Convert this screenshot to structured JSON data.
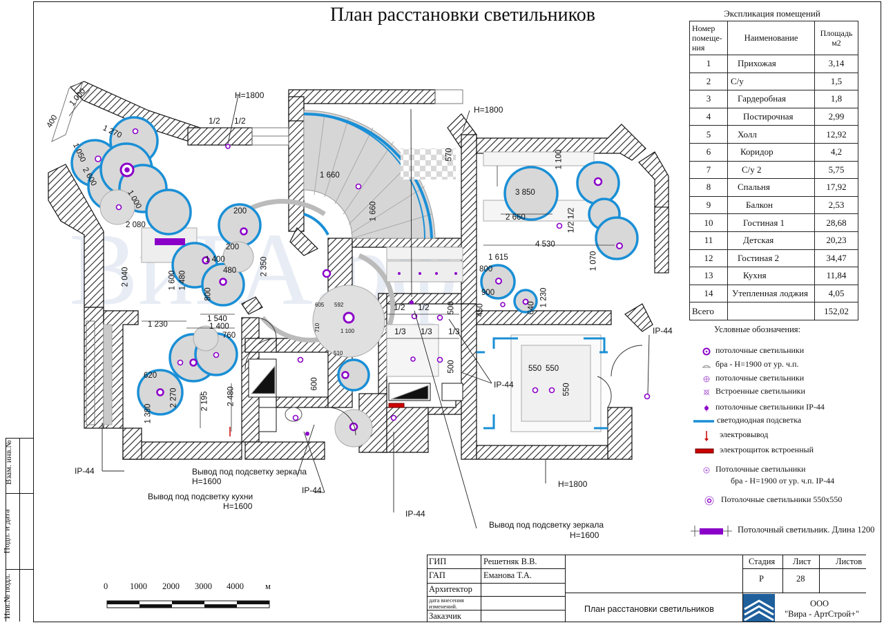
{
  "title": "План расстановки светильников",
  "watermark": "ВиРА.рф",
  "explication": {
    "caption": "Экспликация помещений",
    "headers": [
      "Номер помеще-ния",
      "Наименование",
      "Площадь м2"
    ],
    "rows": [
      {
        "num": "1",
        "name": "Прихожая",
        "area": "3,14"
      },
      {
        "num": "2",
        "name": "С/у",
        "area": "1,5"
      },
      {
        "num": "3",
        "name": "Гардеробная",
        "area": "1,8"
      },
      {
        "num": "4",
        "name": "Постирочная",
        "area": "2,99"
      },
      {
        "num": "5",
        "name": "Холл",
        "area": "12,92"
      },
      {
        "num": "6",
        "name": "Коридор",
        "area": "4,2"
      },
      {
        "num": "7",
        "name": "С/у 2",
        "area": "5,75"
      },
      {
        "num": "8",
        "name": "Спальня",
        "area": "17,92"
      },
      {
        "num": "9",
        "name": "Балкон",
        "area": "2,53"
      },
      {
        "num": "10",
        "name": "Гостиная 1",
        "area": "28,68"
      },
      {
        "num": "11",
        "name": "Детская",
        "area": "20,23"
      },
      {
        "num": "12",
        "name": "Гостиная 2",
        "area": "34,47"
      },
      {
        "num": "13",
        "name": "Кухня",
        "area": "11,84"
      },
      {
        "num": "14",
        "name": "Утепленная лоджия",
        "area": "4,05"
      }
    ],
    "total_label": "Всего",
    "total_area": "152,02"
  },
  "legend": {
    "title": "Условные обозначения:",
    "items": [
      {
        "icon": "ceiling-light-icon",
        "text": "потолочные светильники"
      },
      {
        "icon": "sconce-icon",
        "text": "бра - Н=1900 от ур. ч.п."
      },
      {
        "icon": "ceiling-light-star-icon",
        "text": "потолочные светильники"
      },
      {
        "icon": "recessed-light-icon",
        "text": "Встроенные светильники"
      },
      {
        "icon": "ceiling-light-ip44-icon",
        "text": "потолочные светильники IP-44"
      },
      {
        "icon": "led-strip-icon",
        "text": "светодиодная подсветка"
      },
      {
        "icon": "power-outlet-icon",
        "text": "электровывод"
      },
      {
        "icon": "panel-board-icon",
        "text": "электрощиток встроенный"
      },
      {
        "icon": "ceiling-sconce-ip44-icon",
        "text": "Потолочные светильники"
      },
      {
        "icon": "ceiling-sconce-ip44-icon",
        "text": "бра - Н=1900 от ур. ч.п. IP-44"
      },
      {
        "icon": "ceiling-panel-icon",
        "text": "Потолочные светильники 550х550"
      },
      {
        "icon": "linear-light-icon",
        "text": "Потолочный светильник. Длина 1200"
      }
    ]
  },
  "notes": {
    "ip44_left": "IP-44",
    "mirror1_a": "Вывод под подсветку зеркала",
    "mirror1_b": "Н=1600",
    "kitchen_a": "Вывод под подсветку кухни",
    "kitchen_b": "Н=1600",
    "ip44_center": "IP-44",
    "ip44_bottom": "IP-44",
    "mirror2_a": "Вывод под подсветку зеркала",
    "mirror2_b": "Н=1600",
    "ip44_mid": "IP-44",
    "ip44_right": "IP-44",
    "h1800_a": "Н=1800",
    "h1800_b": "Н=1800",
    "h1800_c": "Н=1800"
  },
  "dimensions": {
    "d1000a": "1 000",
    "d400": "400",
    "d1270": "1 270",
    "d1050": "1 050",
    "d2600": "2 600",
    "d1000b": "1 000",
    "d2080": "2 080",
    "d2040": "2 040",
    "d1600": "1 600",
    "d1480": "1 480",
    "d800a": "800",
    "d1400a": "1 400",
    "d200a": "200",
    "d200b": "200",
    "d480": "480",
    "d2350": "2 350",
    "d1660a": "1 660",
    "d1660b": "1 660",
    "d570": "570",
    "d1100a": "1 100",
    "d3850": "3 850",
    "d2660": "2 660",
    "d4530": "4 530",
    "d1070": "1 070",
    "d1615": "1 615",
    "d800b": "800",
    "d900": "900",
    "d1230a": "1 230",
    "d640": "640",
    "d450": "450",
    "d500a": "500",
    "d500b": "500",
    "d550a": "550",
    "d550b": "550",
    "d550c": "550",
    "d1230b": "1 230",
    "d1540": "1 540",
    "d1400b": "1 400",
    "d760": "760",
    "d620": "620",
    "d2270": "2 270",
    "d1380": "1 380",
    "d2195": "2 195",
    "d2480": "2 480",
    "d600": "600",
    "d605": "605",
    "d592": "592",
    "d1100b": "1 100",
    "d710": "710",
    "d510": "510",
    "half1": "1/2",
    "half2": "1/2",
    "half3": "1/2",
    "half4": "1/2",
    "half5": "1/2",
    "half6": "1/2",
    "third1": "1/3",
    "third2": "1/3",
    "third3": "1/3"
  },
  "scale": {
    "labels": [
      "0",
      "1000",
      "2000",
      "3000",
      "4000"
    ],
    "unit": "м"
  },
  "stamp": {
    "gip_label": "ГИП",
    "gip_name": "Решетняк В.В.",
    "gap_label": "ГАП",
    "gap_name": "Еманова Т.А.",
    "architect_label": "Архитектор",
    "change_label_a": "дата внесения",
    "change_label_b": "изменений.",
    "customer_label": "Заказчик",
    "stage_label": "Стадия",
    "sheet_label": "Лист",
    "sheets_label": "Листов",
    "stage_value": "Р",
    "sheet_value": "28",
    "drawing_title": "План расстановки светильников",
    "company_a": "ООО",
    "company_b": "\"Вира - АртСтрой+\""
  },
  "side_stamp": {
    "a": "Взам. инв.№",
    "b": "Подп. и дата",
    "c": "Инв.№ подл."
  },
  "colors": {
    "led": "#1a8fd6",
    "light": "#8b00c9",
    "line": "#111111",
    "hatch": "#222222"
  }
}
